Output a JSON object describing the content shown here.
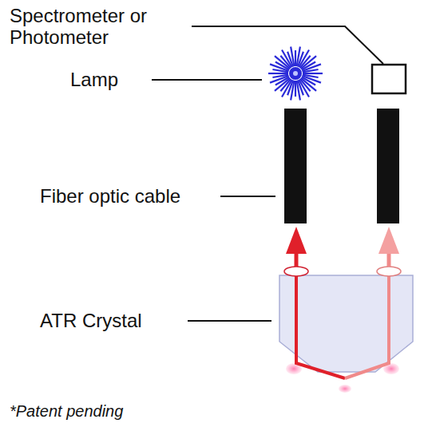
{
  "diagram": {
    "labels": [
      "Spectrometer or Photometer",
      "Lamp",
      "Fiber optic cable",
      "ATR Crystal",
      "*Patent pending"
    ]
  }
}
